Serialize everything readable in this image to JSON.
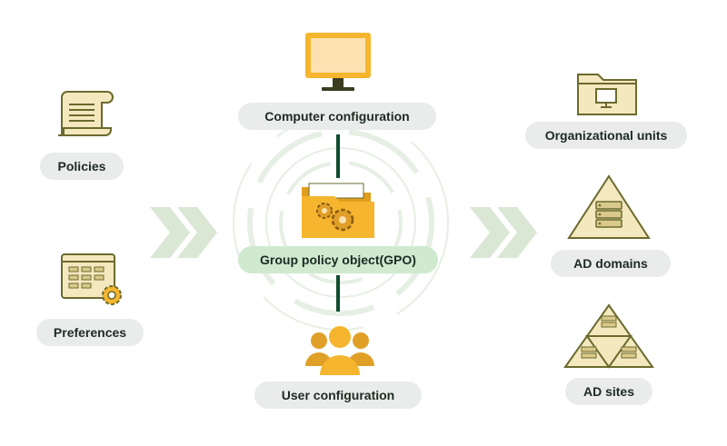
{
  "colors": {
    "pill": "#e9ecea",
    "gpo_pill": "#cfeacf",
    "connector": "#0f4d2e",
    "icon_fill": "#f4e8bf",
    "icon_stroke": "#6b6a2e",
    "folder_orange": "#f5b52e",
    "chevron": "#d9e7d4"
  },
  "left": {
    "policies": {
      "label": "Policies",
      "icon": "policy-scroll-icon"
    },
    "preferences": {
      "label": "Preferences",
      "icon": "settings-grid-icon"
    }
  },
  "center": {
    "computer": {
      "label": "Computer configuration",
      "icon": "monitor-icon"
    },
    "gpo": {
      "label": "Group policy object(GPO)",
      "icon": "gear-folder-icon"
    },
    "user": {
      "label": "User configuration",
      "icon": "users-icon"
    }
  },
  "right": {
    "ou": {
      "label": "Organizational units",
      "icon": "folder-monitor-icon"
    },
    "domains": {
      "label": "AD domains",
      "icon": "server-triangle-icon"
    },
    "sites": {
      "label": "AD sites",
      "icon": "sites-triangle-icon"
    }
  }
}
